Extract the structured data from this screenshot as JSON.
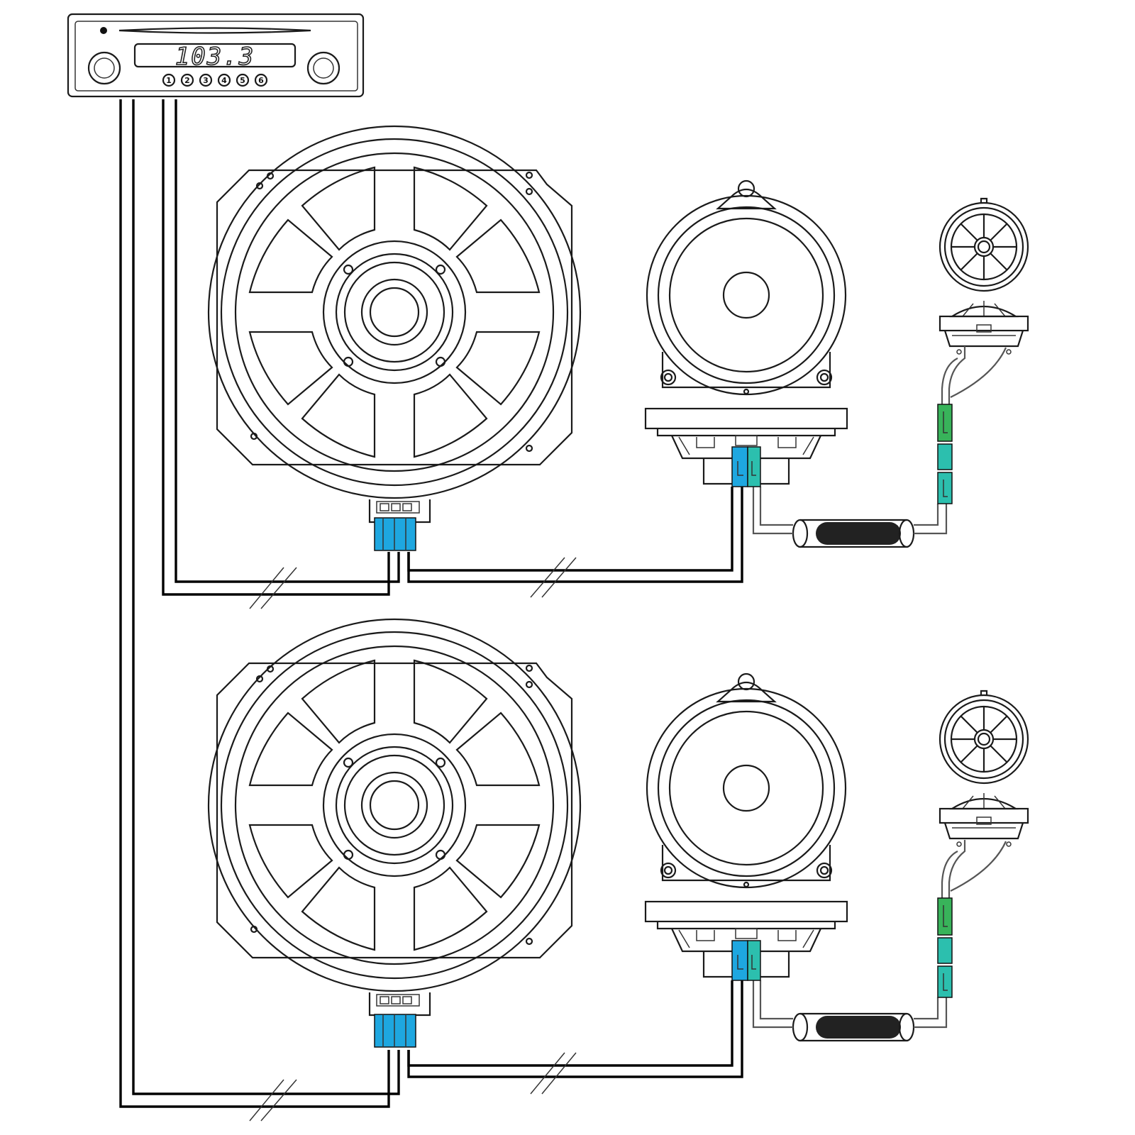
{
  "head_unit": {
    "display": "103.3",
    "presets": [
      "1",
      "2",
      "3",
      "4",
      "5",
      "6"
    ]
  },
  "colors": {
    "line": "#1a1a1a",
    "wire": "#000000",
    "connector_blue": "#1ea7e0",
    "connector_teal": "#2cbfae",
    "connector_green": "#38b35a",
    "filter_body": "#222222"
  },
  "icons": [
    "radio-head-unit",
    "woofer-speaker",
    "midrange-speaker",
    "tweeter",
    "crossover-filter",
    "wire-connector"
  ]
}
